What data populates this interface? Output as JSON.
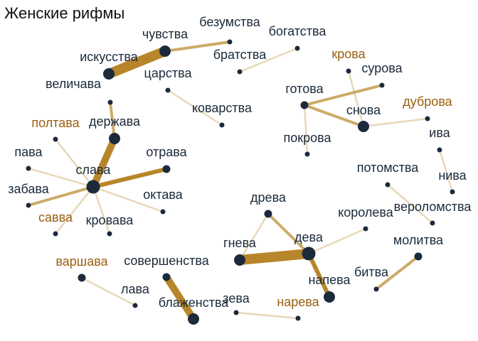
{
  "title": "Женские рифмы",
  "colors": {
    "text_default": "#1a2a3a",
    "text_highlight": "#9a6010",
    "node_fill": "#1c2a3c",
    "edge_strong": "#b8862a",
    "edge_medium": "#ccab68",
    "edge_weak": "#e8d8b8"
  },
  "nodes": [
    {
      "id": "chuvstva",
      "label": "чувства",
      "size": "big",
      "highlight": false
    },
    {
      "id": "bezumstva",
      "label": "безумства",
      "size": "small",
      "highlight": false
    },
    {
      "id": "bogatstva",
      "label": "богатства",
      "size": "small",
      "highlight": false
    },
    {
      "id": "bratstva",
      "label": "братства",
      "size": "small",
      "highlight": false
    },
    {
      "id": "iskusstva",
      "label": "искусства",
      "size": "big",
      "highlight": false
    },
    {
      "id": "tsarstva",
      "label": "царства",
      "size": "small",
      "highlight": false
    },
    {
      "id": "velichava",
      "label": "величава",
      "size": "small",
      "highlight": false
    },
    {
      "id": "kovarstva",
      "label": "коварства",
      "size": "small",
      "highlight": false
    },
    {
      "id": "derzhava",
      "label": "держава",
      "size": "big",
      "highlight": false
    },
    {
      "id": "poltava",
      "label": "полтава",
      "size": "small",
      "highlight": true
    },
    {
      "id": "pava",
      "label": "пава",
      "size": "small",
      "highlight": false
    },
    {
      "id": "otrava",
      "label": "отрава",
      "size": "medium",
      "highlight": false
    },
    {
      "id": "slava",
      "label": "слава",
      "size": "huge",
      "highlight": false
    },
    {
      "id": "zabava",
      "label": "забава",
      "size": "small",
      "highlight": false
    },
    {
      "id": "oktava",
      "label": "октава",
      "size": "small",
      "highlight": false
    },
    {
      "id": "savva",
      "label": "савва",
      "size": "small",
      "highlight": true
    },
    {
      "id": "krovava",
      "label": "кровава",
      "size": "small",
      "highlight": false
    },
    {
      "id": "krova",
      "label": "крова",
      "size": "small",
      "highlight": true
    },
    {
      "id": "surova",
      "label": "сурова",
      "size": "small",
      "highlight": false
    },
    {
      "id": "gotova",
      "label": "готова",
      "size": "medium",
      "highlight": false
    },
    {
      "id": "snova",
      "label": "снова",
      "size": "big",
      "highlight": false
    },
    {
      "id": "dubrova",
      "label": "дуброва",
      "size": "small",
      "highlight": true
    },
    {
      "id": "pokrova",
      "label": "покрова",
      "size": "small",
      "highlight": false
    },
    {
      "id": "iva",
      "label": "ива",
      "size": "small",
      "highlight": false
    },
    {
      "id": "niva",
      "label": "нива",
      "size": "small",
      "highlight": false
    },
    {
      "id": "potomstva",
      "label": "потомства",
      "size": "small",
      "highlight": false
    },
    {
      "id": "verolomstva",
      "label": "вероломства",
      "size": "small",
      "highlight": false
    },
    {
      "id": "dreva",
      "label": "древа",
      "size": "medium",
      "highlight": false
    },
    {
      "id": "koroleva",
      "label": "королева",
      "size": "small",
      "highlight": false
    },
    {
      "id": "gneva",
      "label": "гнева",
      "size": "big",
      "highlight": false
    },
    {
      "id": "deva",
      "label": "дева",
      "size": "huge",
      "highlight": false
    },
    {
      "id": "molitva",
      "label": "молитва",
      "size": "medium",
      "highlight": false
    },
    {
      "id": "varshava",
      "label": "варшава",
      "size": "medium",
      "highlight": true
    },
    {
      "id": "sovershenstva",
      "label": "совершенства",
      "size": "medium",
      "highlight": false
    },
    {
      "id": "napeva",
      "label": "напева",
      "size": "big",
      "highlight": false
    },
    {
      "id": "bitva",
      "label": "битва",
      "size": "small",
      "highlight": false
    },
    {
      "id": "lava",
      "label": "лава",
      "size": "small",
      "highlight": false
    },
    {
      "id": "zeva",
      "label": "зева",
      "size": "small",
      "highlight": false
    },
    {
      "id": "blazhenstva",
      "label": "блаженства",
      "size": "big",
      "highlight": false
    },
    {
      "id": "nareva",
      "label": "нарева",
      "size": "small",
      "highlight": true
    }
  ],
  "edges": [
    {
      "source": "iskusstva",
      "target": "chuvstva",
      "weight": 5
    },
    {
      "source": "chuvstva",
      "target": "bezumstva",
      "weight": 2
    },
    {
      "source": "bogatstva",
      "target": "bratstva",
      "weight": 1
    },
    {
      "source": "tsarstva",
      "target": "kovarstva",
      "weight": 1
    },
    {
      "source": "velichava",
      "target": "derzhava",
      "weight": 2
    },
    {
      "source": "derzhava",
      "target": "slava",
      "weight": 4
    },
    {
      "source": "slava",
      "target": "otrava",
      "weight": 3
    },
    {
      "source": "slava",
      "target": "zabava",
      "weight": 2
    },
    {
      "source": "slava",
      "target": "poltava",
      "weight": 1
    },
    {
      "source": "slava",
      "target": "pava",
      "weight": 1
    },
    {
      "source": "slava",
      "target": "oktava",
      "weight": 1
    },
    {
      "source": "slava",
      "target": "savva",
      "weight": 1
    },
    {
      "source": "slava",
      "target": "krovava",
      "weight": 1
    },
    {
      "source": "krova",
      "target": "snova",
      "weight": 1
    },
    {
      "source": "surova",
      "target": "gotova",
      "weight": 2
    },
    {
      "source": "gotova",
      "target": "snova",
      "weight": 2
    },
    {
      "source": "gotova",
      "target": "pokrova",
      "weight": 1
    },
    {
      "source": "snova",
      "target": "dubrova",
      "weight": 1
    },
    {
      "source": "iva",
      "target": "niva",
      "weight": 1
    },
    {
      "source": "potomstva",
      "target": "verolomstva",
      "weight": 1
    },
    {
      "source": "dreva",
      "target": "gneva",
      "weight": 1
    },
    {
      "source": "dreva",
      "target": "deva",
      "weight": 2
    },
    {
      "source": "gneva",
      "target": "deva",
      "weight": 5
    },
    {
      "source": "deva",
      "target": "koroleva",
      "weight": 1
    },
    {
      "source": "deva",
      "target": "napeva",
      "weight": 3
    },
    {
      "source": "molitva",
      "target": "bitva",
      "weight": 2
    },
    {
      "source": "sovershenstva",
      "target": "blazhenstva",
      "weight": 4
    },
    {
      "source": "varshava",
      "target": "lava",
      "weight": 1
    },
    {
      "source": "zeva",
      "target": "nareva",
      "weight": 1
    }
  ]
}
